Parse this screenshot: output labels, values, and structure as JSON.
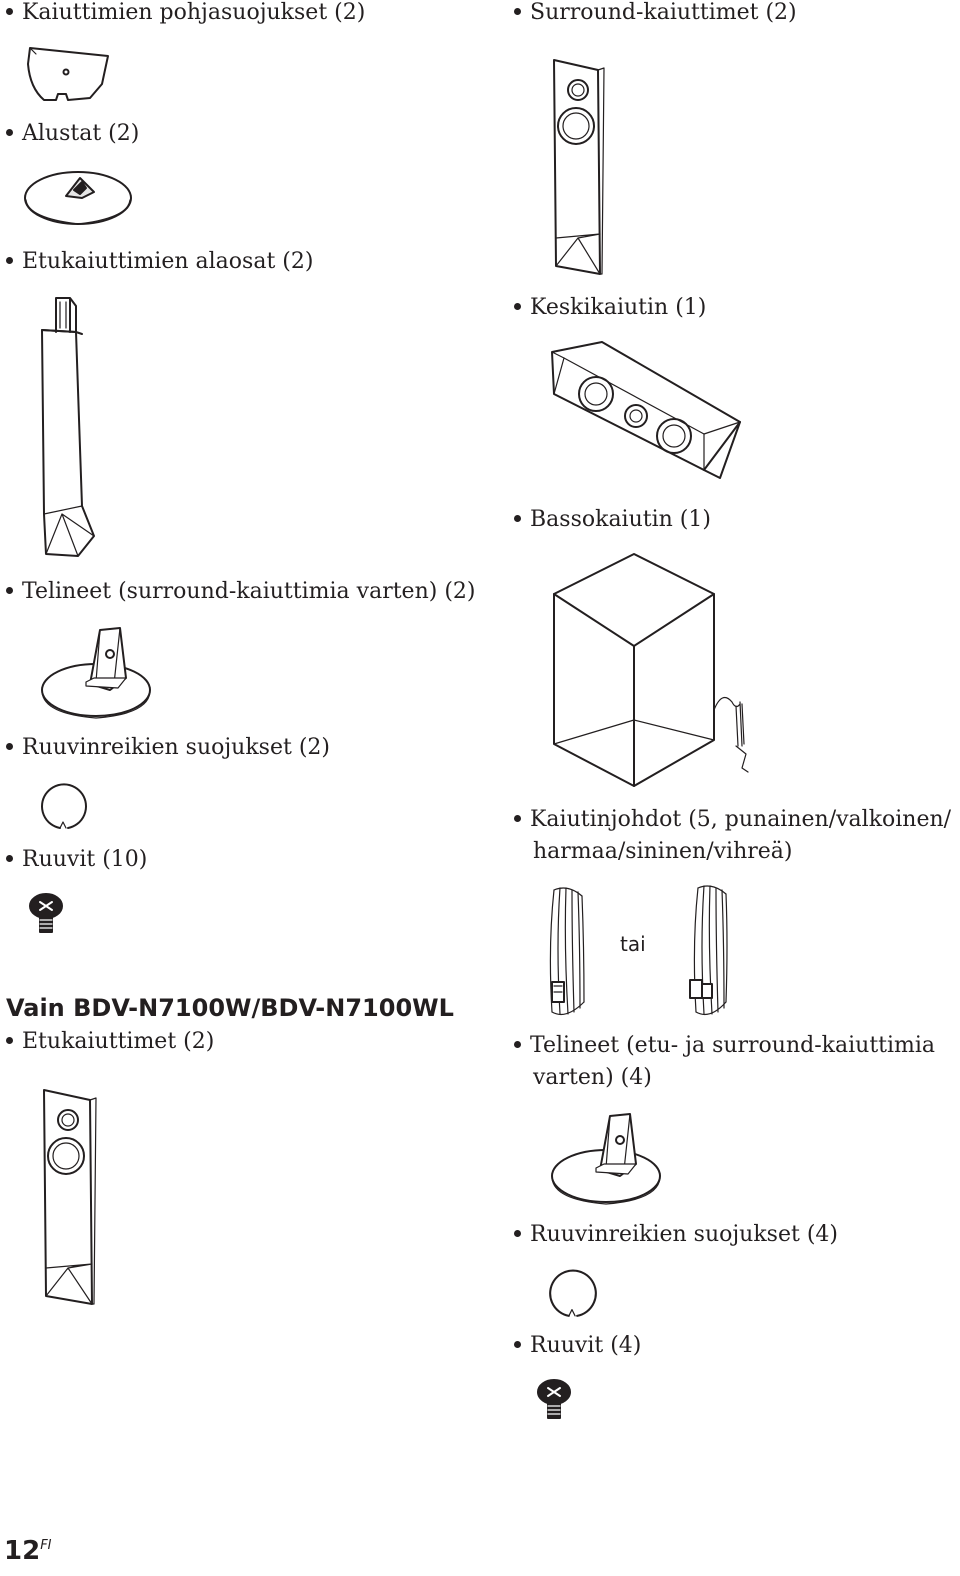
{
  "left_column": [
    {
      "label": "Kaiuttimien pohjasuojukset (2)"
    },
    {
      "label": "Alustat (2)"
    },
    {
      "label": "Etukaiuttimien alaosat (2)"
    },
    {
      "label": "Telineet (surround-kaiuttimia varten) (2)"
    },
    {
      "label": "Ruuvinreikien suojukset (2)"
    },
    {
      "label": "Ruuvit (10)"
    }
  ],
  "section": {
    "heading": "Vain BDV-N7100W/BDV-N7100WL",
    "items": [
      {
        "label": "Etukaiuttimet (2)"
      }
    ]
  },
  "right_column": [
    {
      "label": "Surround-kaiuttimet (2)"
    },
    {
      "label": "Keskikaiutin (1)"
    },
    {
      "label": "Bassokaiutin (1)"
    },
    {
      "label_line1": "Kaiutinjohdot (5, punainen/valkoinen/",
      "label_line2": "harmaa/sininen/vihreä)"
    },
    {
      "label_line1": "Telineet (etu- ja surround-kaiuttimia",
      "label_line2": "varten) (4)"
    },
    {
      "label": "Ruuvinreikien suojukset (4)"
    },
    {
      "label": "Ruuvit (4)"
    }
  ],
  "or_label": "tai",
  "page": {
    "number": "12",
    "lang": "FI"
  }
}
